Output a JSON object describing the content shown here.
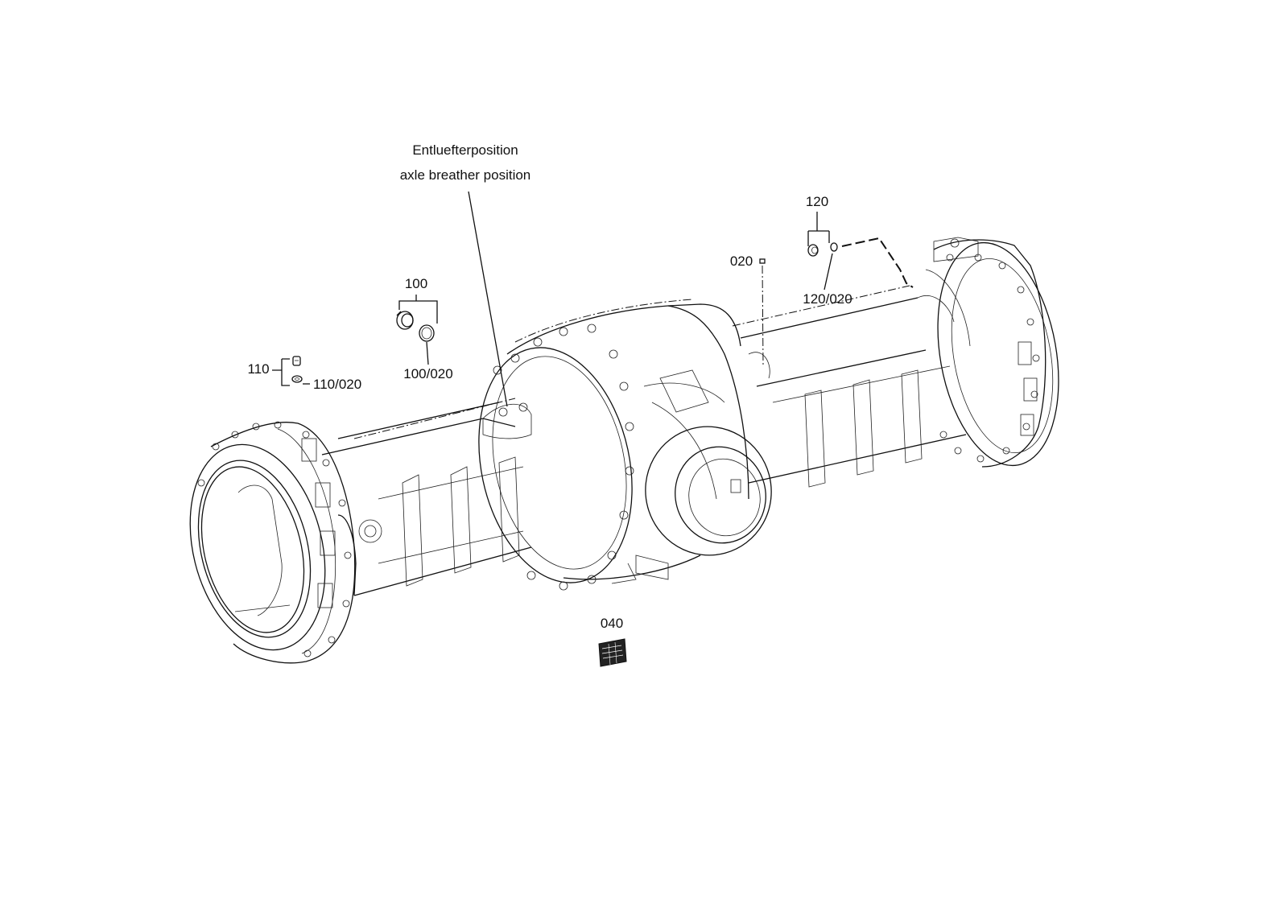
{
  "labels": {
    "breather_de": "Entluefterposition",
    "breather_en": "axle breather position",
    "p100": "100",
    "p100_020": "100/020",
    "p110": "110",
    "p110_020": "110/020",
    "p120": "120",
    "p120_020": "120/020",
    "p020": "020",
    "p040": "040"
  }
}
